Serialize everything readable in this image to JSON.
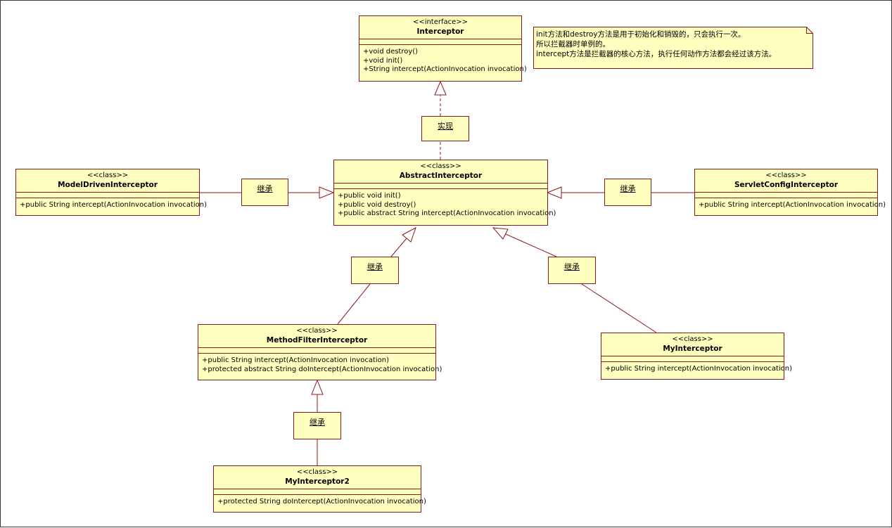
{
  "note": {
    "lines": [
      "init方法和destroy方法是用于初始化和销毁的，只会执行一次。",
      "所以拦截器时单例的。",
      "intercept方法是拦截器的核心方法，执行任何动作方法都会经过该方法。"
    ]
  },
  "classes": {
    "interceptor": {
      "stereotype": "<<interface>>",
      "name": "Interceptor",
      "ops": [
        "+void destroy()",
        "+void init()",
        "+String intercept(ActionInvocation invocation)"
      ]
    },
    "abstract": {
      "stereotype": "<<class>>",
      "name": "AbstractInterceptor",
      "ops": [
        "+public void init()",
        "+public void destroy()",
        "+public abstract String intercept(ActionInvocation invocation)"
      ]
    },
    "modeldriven": {
      "stereotype": "<<class>>",
      "name": "ModelDrivenInterceptor",
      "ops": [
        "+public String intercept(ActionInvocation invocation)"
      ]
    },
    "servletconfig": {
      "stereotype": "<<class>>",
      "name": "ServletConfigInterceptor",
      "ops": [
        "+public String intercept(ActionInvocation invocation)"
      ]
    },
    "methodfilter": {
      "stereotype": "<<class>>",
      "name": "MethodFilterInterceptor",
      "ops": [
        "+public String intercept(ActionInvocation invocation)",
        "+protected abstract String doIntercept(ActionInvocation invocation)"
      ]
    },
    "my": {
      "stereotype": "<<class>>",
      "name": "MyInterceptor",
      "ops": [
        "+public String intercept(ActionInvocation invocation)"
      ]
    },
    "my2": {
      "stereotype": "<<class>>",
      "name": "MyInterceptor2",
      "ops": [
        "+protected String doIntercept(ActionInvocation invocation)"
      ]
    }
  },
  "relations": {
    "implements_label": "实现",
    "inherit_label": "继承"
  },
  "colors": {
    "box_fill": "#ffffc0",
    "line": "#8b1a1a"
  }
}
